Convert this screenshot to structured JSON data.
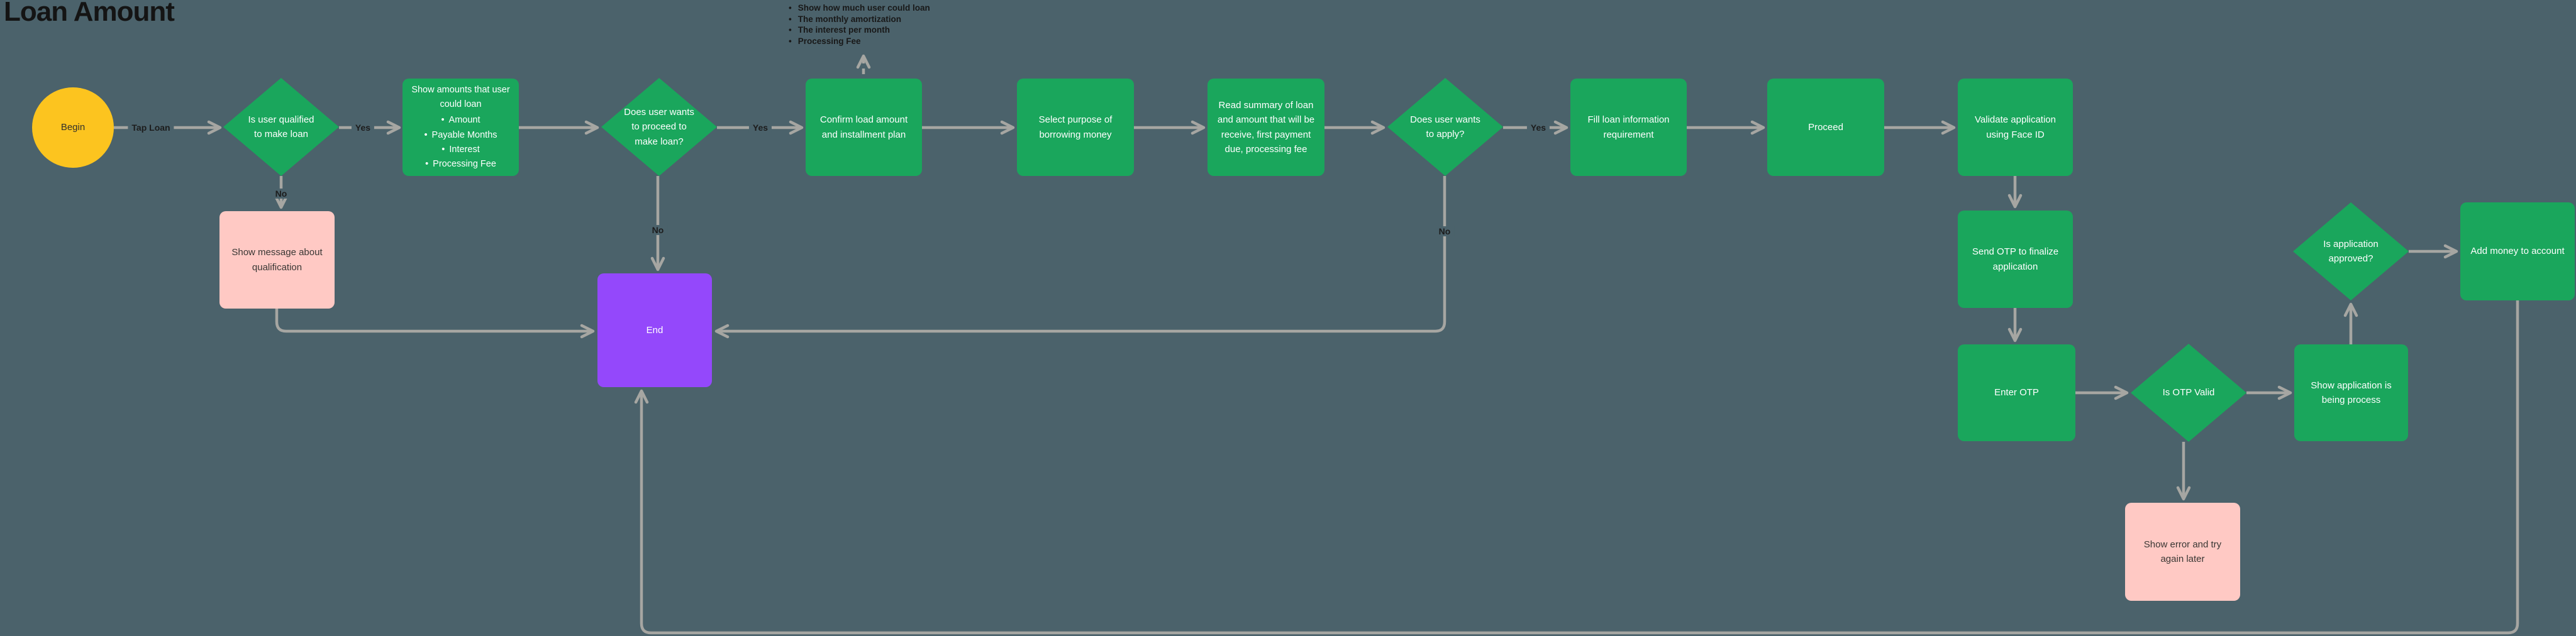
{
  "title": "Loan Amount",
  "annotation": {
    "items": [
      "Show how much user could loan",
      "The monthly amortization",
      "The interest per month",
      "Processing Fee"
    ]
  },
  "nodes": {
    "begin": {
      "label": "Begin"
    },
    "qualified": {
      "label": "Is user qualified to make loan"
    },
    "show_amounts": {
      "heading": "Show amounts that user could loan",
      "bullets": [
        "Amount",
        "Payable Months",
        "Interest",
        "Processing Fee"
      ]
    },
    "proceed_loan": {
      "label": "Does user wants to proceed to make loan?"
    },
    "confirm": {
      "label": "Confirm load amount and installment plan"
    },
    "purpose": {
      "label": "Select purpose of borrowing money"
    },
    "summary": {
      "label": "Read summary of loan and amount that will be receive, first payment due, processing fee"
    },
    "apply": {
      "label": "Does user wants to apply?"
    },
    "fill_info": {
      "label": "Fill loan information requirement"
    },
    "proceed": {
      "label": "Proceed"
    },
    "validate": {
      "label": "Validate application using Face ID"
    },
    "send_otp": {
      "label": "Send OTP to finalize application"
    },
    "enter_otp": {
      "label": "Enter OTP"
    },
    "otp_valid": {
      "label": "Is OTP Valid"
    },
    "processing": {
      "label": "Show application is being process"
    },
    "approved": {
      "label": "Is application approved?"
    },
    "add_money": {
      "label": "Add money to account"
    },
    "qualification_msg": {
      "label": "Show message about qualification"
    },
    "end": {
      "label": "End"
    },
    "error": {
      "label": "Show error and try again later"
    }
  },
  "edge_labels": {
    "tap_loan": "Tap Loan",
    "yes1": "Yes",
    "yes2": "Yes",
    "yes3": "Yes",
    "no1": "No",
    "no2": "No",
    "no3": "No"
  },
  "colors": {
    "background": "#4b626b",
    "process_green": "#1aa65c",
    "terminal_yellow": "#fcc41f",
    "end_purple": "#9448fb",
    "alert_pink": "#ffc9c4",
    "connector_gray": "#a6a6a2",
    "label_text": "#1c1c1c"
  }
}
